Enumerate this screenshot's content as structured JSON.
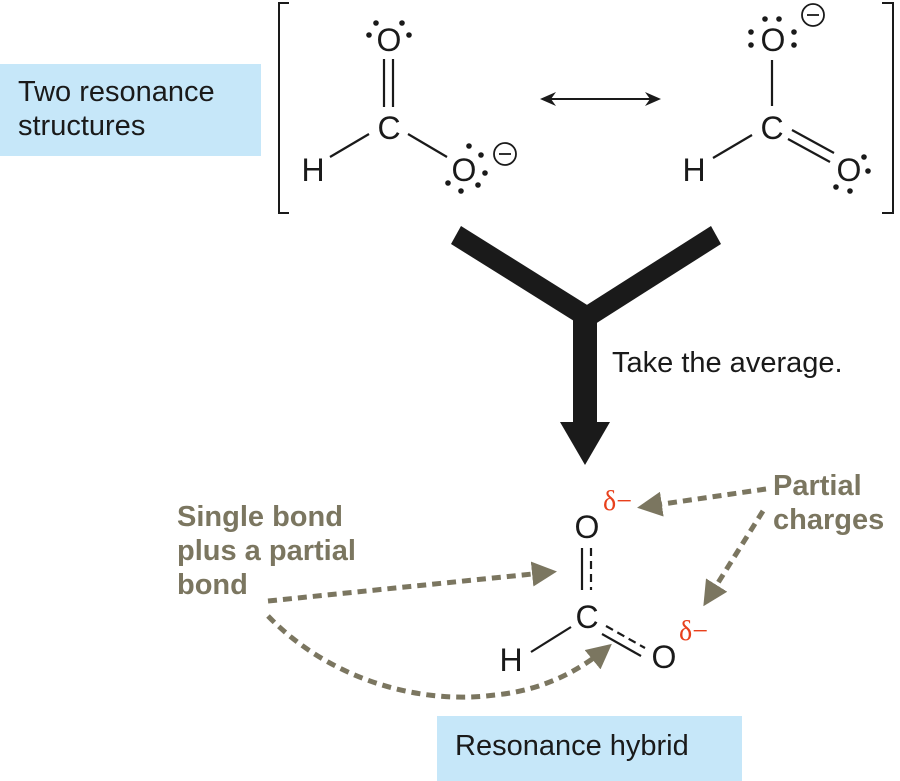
{
  "labels": {
    "two_structures": [
      "Two resonance",
      "structures"
    ],
    "take_average": "Take the average.",
    "resonance_hybrid": "Resonance hybrid",
    "single_bond_partial": [
      "Single bond",
      "plus a partial",
      "bond"
    ],
    "partial_charges": [
      "Partial",
      "charges"
    ]
  },
  "atoms": {
    "oxygen": "O",
    "carbon": "C",
    "hydrogen": "H"
  },
  "symbols": {
    "negative_charge": "−",
    "partial_negative": "δ−",
    "delta": "δ",
    "minus": "−"
  },
  "colors": {
    "label_box": "#c6e7f9",
    "annotation": "#7b7660",
    "partial_charge": "#e8401c",
    "ink": "#1a1a1a"
  },
  "icons": {
    "resonance_arrow": "double-headed-arrow-icon",
    "average_arrow": "merge-arrow-icon"
  }
}
